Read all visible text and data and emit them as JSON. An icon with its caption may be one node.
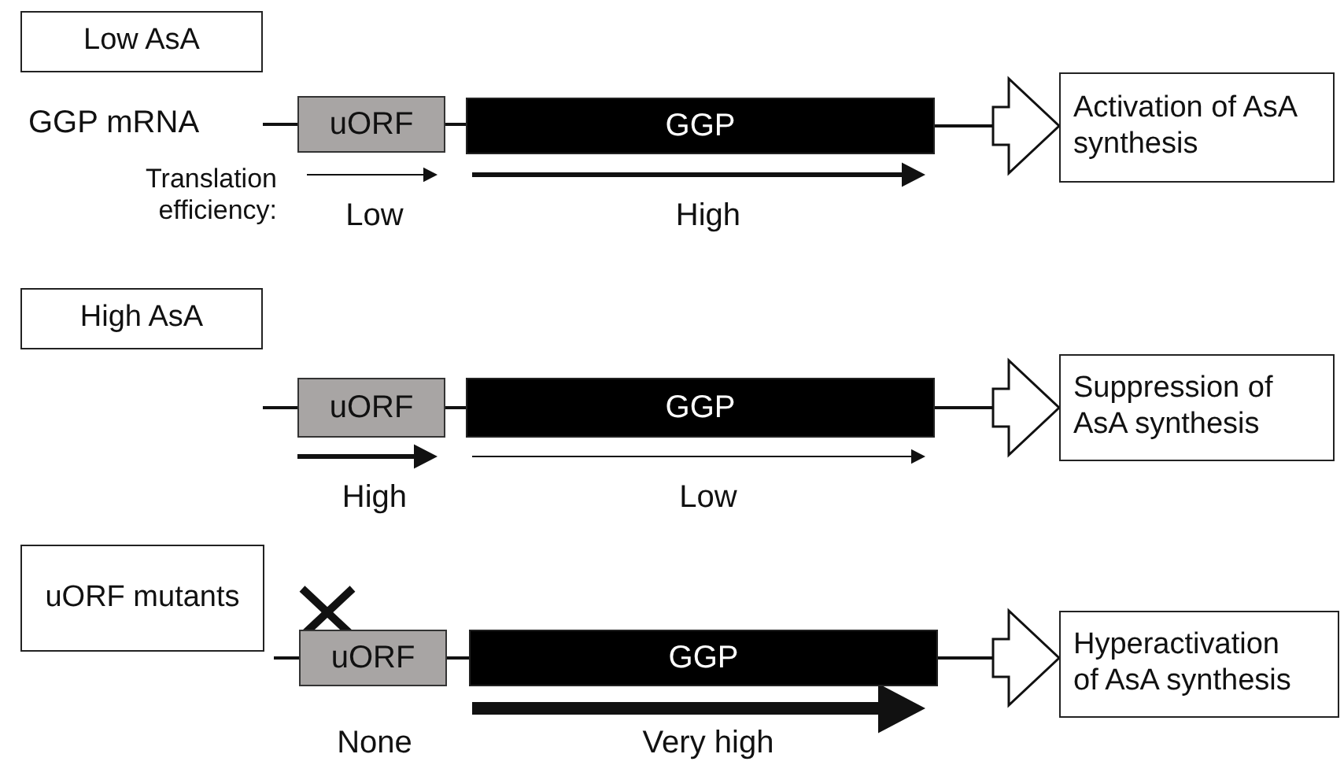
{
  "diagram": {
    "nodes": [
      {
        "text": [
          "Low AsA"
        ]
      },
      {
        "text": [
          "uORF"
        ]
      },
      {
        "text": [
          "GGP"
        ]
      },
      {
        "text": [
          "Activation of AsA synthesis"
        ]
      },
      {
        "text": [
          "High AsA"
        ]
      },
      {
        "text": [
          "uORF"
        ]
      },
      {
        "text": [
          "GGP"
        ]
      },
      {
        "text": [
          "Suppression of AsA synthesis"
        ]
      },
      {
        "text": [
          "uORF mutants"
        ]
      },
      {
        "text": [
          "uORF"
        ]
      },
      {
        "text": [
          "GGP"
        ]
      },
      {
        "text": [
          "Hyperactivation of AsA synthesis"
        ]
      }
    ],
    "edges": [
      {
        "from": 1,
        "to": 2,
        "arrow": "none"
      },
      {
        "from": 2,
        "to": 3,
        "arrow": "to"
      },
      {
        "from": 5,
        "to": 6,
        "arrow": "none"
      },
      {
        "from": 6,
        "to": 7,
        "arrow": "to"
      },
      {
        "from": 9,
        "to": 10,
        "arrow": "none"
      },
      {
        "from": 10,
        "to": 11,
        "arrow": "to"
      }
    ],
    "labels": [
      "GGP mRNA",
      "Translation efficiency:",
      "Low",
      "High",
      "High",
      "Low",
      "None",
      "Very high"
    ]
  }
}
